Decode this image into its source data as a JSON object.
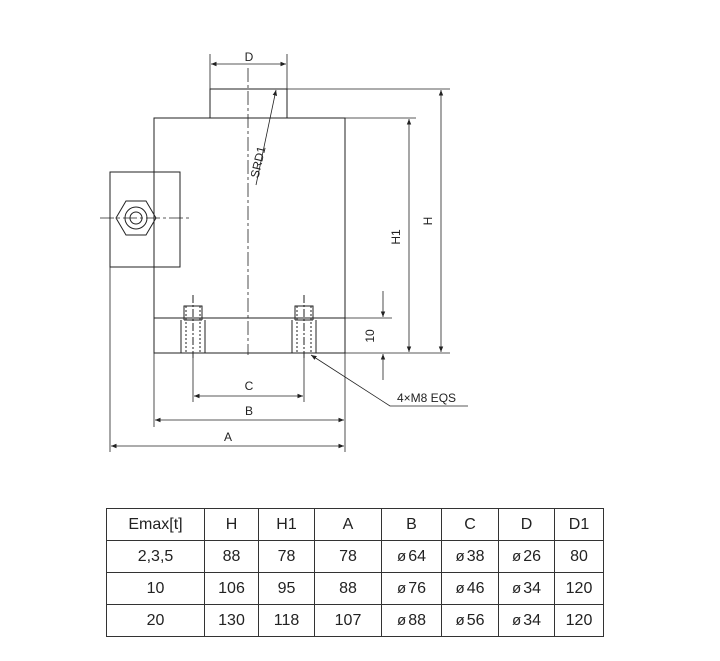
{
  "drawing": {
    "labels": {
      "D": "D",
      "SRD1": "SRD1",
      "H": "H",
      "H1": "H1",
      "ten": "10",
      "C": "C",
      "B": "B",
      "A": "A",
      "thread": "4×M8 EQS"
    }
  },
  "table": {
    "headers": [
      "Emax[t]",
      "H",
      "H1",
      "A",
      "B",
      "C",
      "D",
      "D1"
    ],
    "diameter_symbol": "ø",
    "rows": [
      [
        "2,3,5",
        "88",
        "78",
        "78",
        "64",
        "38",
        "26",
        "80"
      ],
      [
        "10",
        "106",
        "95",
        "88",
        "76",
        "46",
        "34",
        "120"
      ],
      [
        "20",
        "130",
        "118",
        "107",
        "88",
        "56",
        "34",
        "120"
      ]
    ],
    "diameter_columns": [
      4,
      5,
      6
    ]
  }
}
